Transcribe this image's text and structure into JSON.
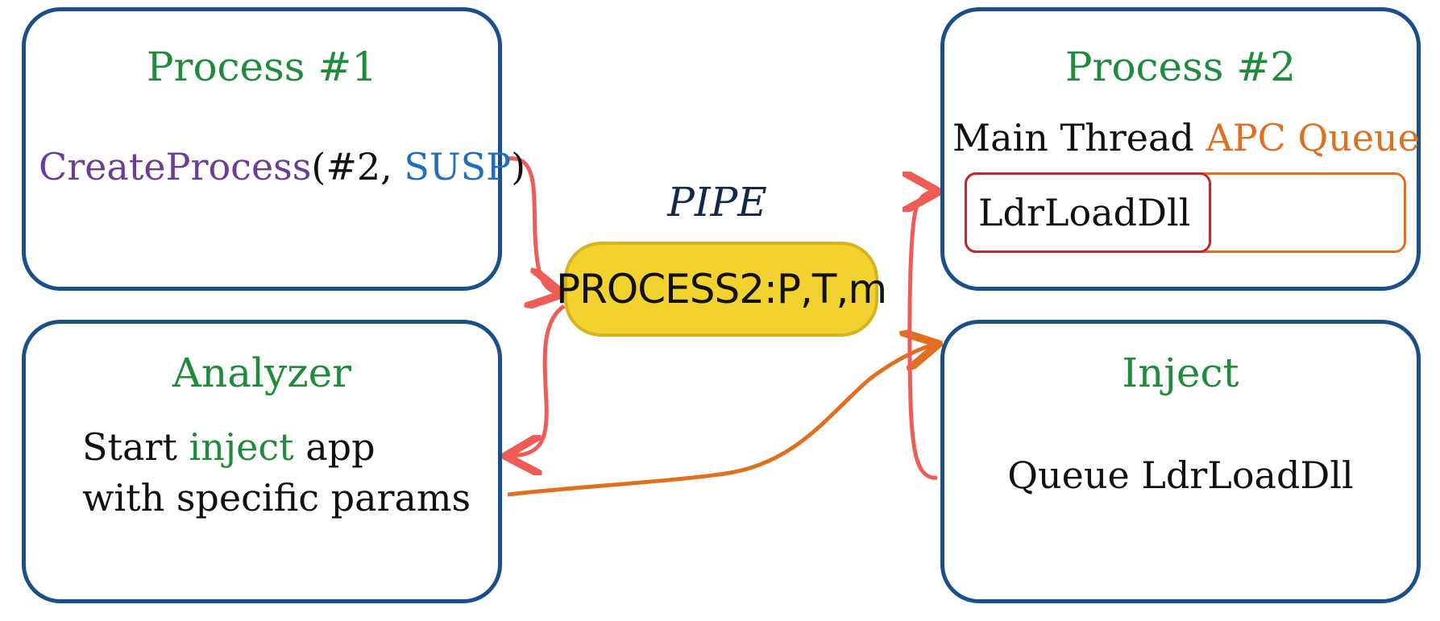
{
  "process1": {
    "title": "Process #1",
    "fn_name": "CreateProcess",
    "arg_open": "(#2, ",
    "arg_flag": "SUSP",
    "arg_close": ")"
  },
  "analyzer": {
    "title": "Analyzer",
    "line1_a": "Start ",
    "line1_b": "inject",
    "line1_c": " app",
    "line2": "with specific params"
  },
  "pipe": {
    "label": "PIPE",
    "content": "PROCESS2:P,T,m"
  },
  "process2": {
    "title": "Process #2",
    "thread_label": "Main Thread ",
    "queue_label": "APC Queue",
    "queue_item": "LdrLoadDll"
  },
  "inject": {
    "title": "Inject",
    "body": "Queue LdrLoadDll"
  },
  "colors": {
    "box_border": "#1b4f8a",
    "title_green": "#1e8c3a",
    "purple": "#6a3d9a",
    "blue": "#1e6fc0",
    "orange": "#e07020",
    "red_arrow": "#ef5b55",
    "pipe_fill": "#f2d22e"
  }
}
